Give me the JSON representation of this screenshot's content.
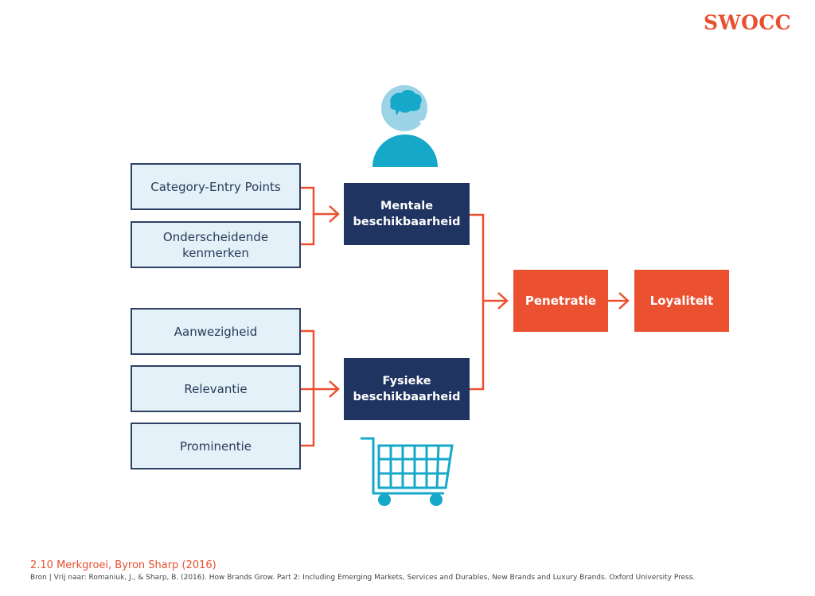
{
  "brand": {
    "logo_text": "SWOCC"
  },
  "diagram": {
    "inputs_mental": [
      {
        "label": "Category-Entry Points"
      },
      {
        "label": "Onderscheidende kenmerken"
      }
    ],
    "inputs_physical": [
      {
        "label": "Aanwezigheid"
      },
      {
        "label": "Relevantie"
      },
      {
        "label": "Prominentie"
      }
    ],
    "mental": {
      "label": "Mentale beschikbaarheid",
      "icon": "person-brain-icon"
    },
    "physical": {
      "label": "Fysieke beschikbaarheid",
      "icon": "shopping-cart-icon"
    },
    "penetration": {
      "label": "Penetratie"
    },
    "loyalty": {
      "label": "Loyaliteit"
    },
    "colors": {
      "accent": "#eb5131",
      "dark_box": "#1f3460",
      "light_box": "#e4f1f8",
      "icon": "#15a8c8"
    }
  },
  "footer": {
    "title": "2.10 Merkgroei, Byron Sharp (2016)",
    "source": "Bron | Vrij naar: Romaniuk, J., & Sharp, B. (2016). How Brands Grow. Part 2: Including Emerging Markets, Services and Durables, New Brands and Luxury Brands. Oxford University Press."
  }
}
